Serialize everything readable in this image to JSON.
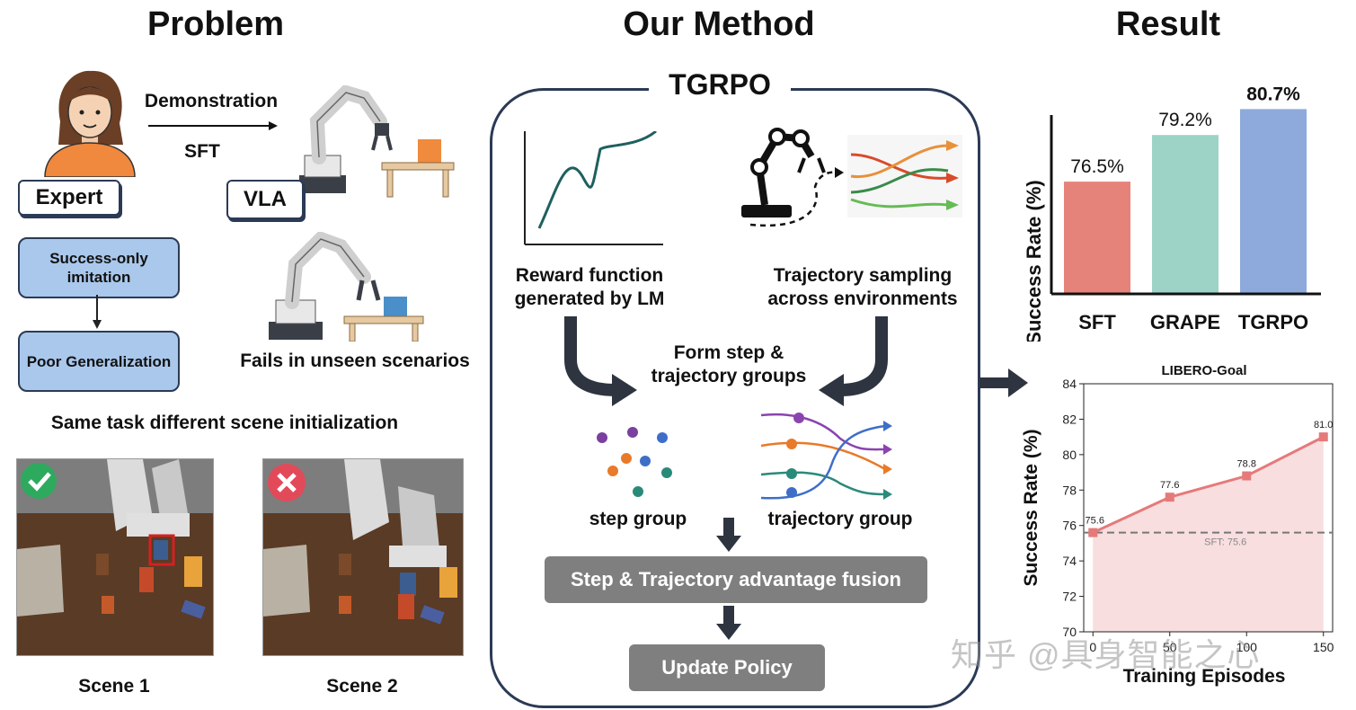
{
  "headings": {
    "problem": "Problem",
    "method": "Our Method",
    "result": "Result"
  },
  "problem": {
    "expert_label": "Expert",
    "vla_label": "VLA",
    "demonstration": "Demonstration",
    "sft": "SFT",
    "success_only": "Success-only imitation",
    "poor_generalization": "Poor Generalization",
    "fails_unseen": "Fails in unseen scenarios",
    "same_task": "Same task different scene initialization",
    "scene1": "Scene 1",
    "scene2": "Scene 2"
  },
  "method": {
    "title": "TGRPO",
    "reward_fn": "Reward function generated by LM",
    "traj_sampling": "Trajectory sampling across environments",
    "form_groups": "Form step & trajectory groups",
    "step_group": "step group",
    "trajectory_group": "trajectory group",
    "fusion": "Step & Trajectory advantage fusion",
    "update": "Update Policy"
  },
  "colors": {
    "sft": "#e5837a",
    "grape": "#9dd3c6",
    "tgrpo": "#8eaadc",
    "line": "#e57a7a",
    "area": "#f8dede",
    "blue_box": "#a9c8ec",
    "gray": "#7f7f7f"
  },
  "chart_data": [
    {
      "type": "bar",
      "categories": [
        "SFT",
        "GRAPE",
        "TGRPO"
      ],
      "values": [
        76.5,
        79.2,
        80.7
      ],
      "value_labels": [
        "76.5%",
        "79.2%",
        "80.7%"
      ],
      "ylabel": "Success Rate (%)",
      "title": ""
    },
    {
      "type": "line",
      "title": "LIBERO-Goal",
      "x": [
        0,
        50,
        100,
        150
      ],
      "y": [
        75.6,
        77.6,
        78.8,
        81.0
      ],
      "point_labels": [
        "75.6",
        "77.6",
        "78.8",
        "81.0"
      ],
      "xlabel": "Training Episodes",
      "ylabel": "Success Rate (%)",
      "ylim": [
        70,
        84
      ],
      "yticks": [
        "70",
        "72",
        "74",
        "76",
        "78",
        "80",
        "82",
        "84"
      ],
      "xticks": [
        "0",
        "50",
        "100",
        "150"
      ],
      "baseline": {
        "value": 75.6,
        "label": "SFT: 75.6"
      }
    }
  ],
  "watermark": "知乎 @具身智能之心"
}
